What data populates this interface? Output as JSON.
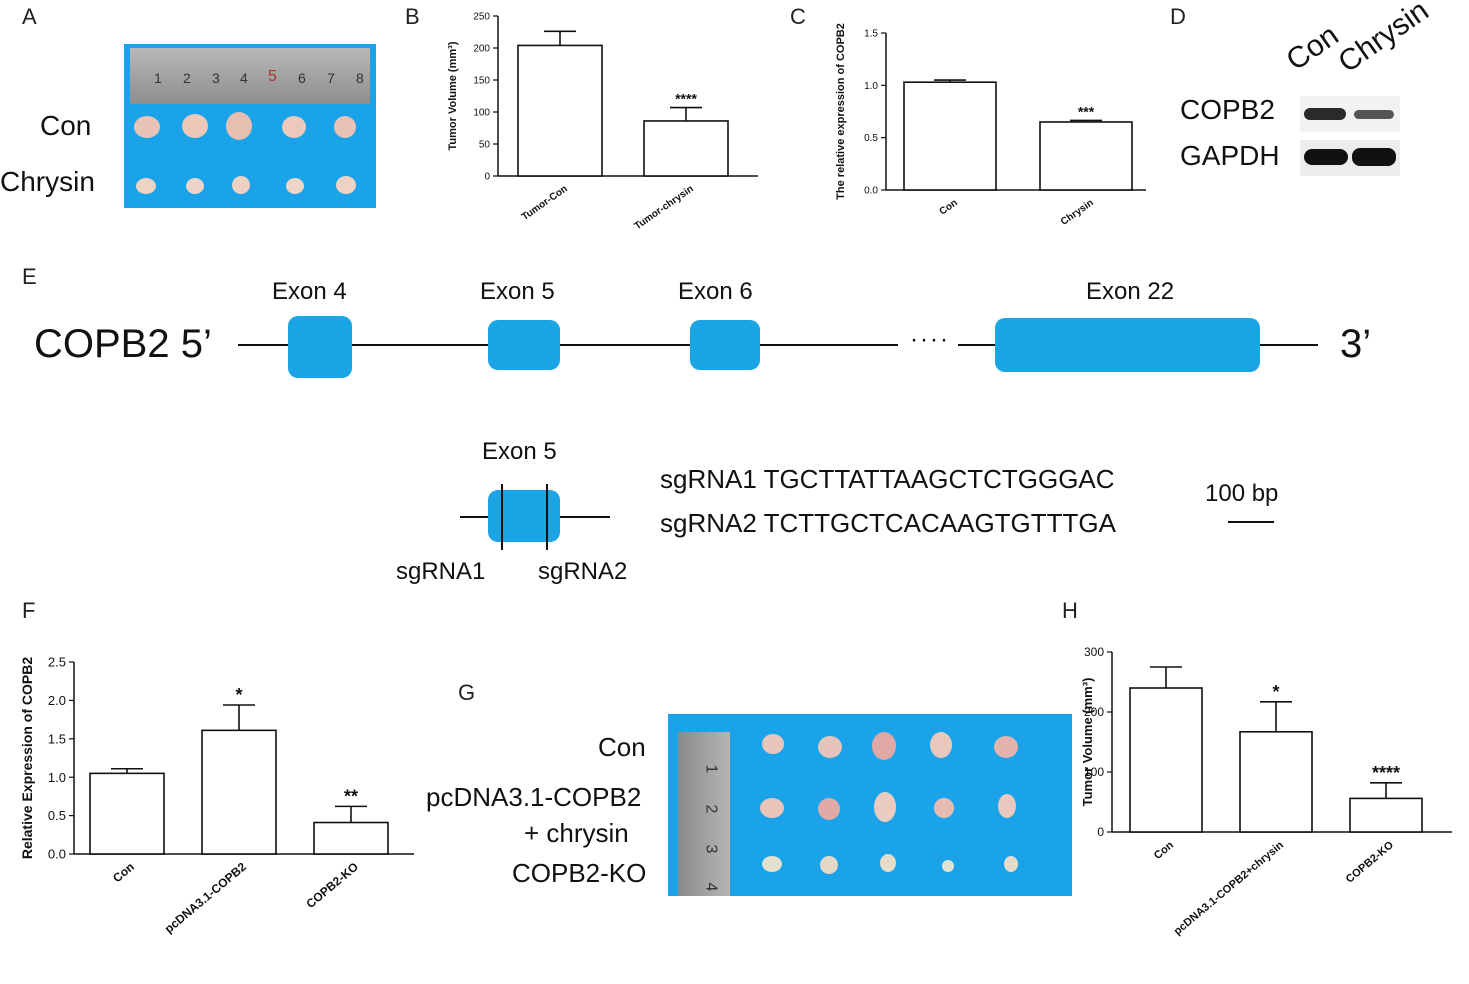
{
  "panels": {
    "a": "A",
    "b": "B",
    "c": "C",
    "d": "D",
    "e": "E",
    "f": "F",
    "g": "G",
    "h": "H"
  },
  "panel_a": {
    "ruler_numbers": [
      "1",
      "2",
      "3",
      "4",
      "5",
      "6",
      "7",
      "8"
    ],
    "rows": [
      "Con",
      "Chrysin"
    ]
  },
  "panel_d": {
    "lanes": [
      "Con",
      "Chrysin"
    ],
    "rows": [
      "COPB2",
      "GAPDH"
    ]
  },
  "panel_e": {
    "gene": "COPB2 5’",
    "three_prime": "3’",
    "exons": [
      "Exon 4",
      "Exon 5",
      "Exon 6",
      "Exon 22"
    ],
    "gap": "····",
    "detail_exon": "Exon 5",
    "cut_labels": [
      "sgRNA1",
      "sgRNA2"
    ],
    "sequences": [
      "sgRNA1 TGCTTATTAAGCTCTGGGAC",
      "sgRNA2 TCTTGCTCACAAGTGTTTGA"
    ],
    "scale": "100 bp"
  },
  "panel_g": {
    "ruler_numbers": [
      "1",
      "2",
      "3",
      "4"
    ],
    "rows": [
      "Con",
      "pcDNA3.1-COPB2",
      "+ chrysin",
      "COPB2-KO"
    ]
  },
  "chart_data": [
    {
      "id": "B",
      "type": "bar",
      "categories": [
        "Tumor-Con",
        "Tumor-chrysin"
      ],
      "values": [
        204,
        86
      ],
      "errors": [
        22,
        21
      ],
      "significance": [
        "",
        "****"
      ],
      "ylabel": "Tumor Volume (mm³)",
      "ylim": [
        0,
        250
      ],
      "yticks": [
        0,
        50,
        100,
        150,
        200,
        250
      ]
    },
    {
      "id": "C",
      "type": "bar",
      "categories": [
        "Con",
        "Chrysin"
      ],
      "values": [
        1.03,
        0.65
      ],
      "errors": [
        0.02,
        0.015
      ],
      "significance": [
        "",
        "***"
      ],
      "ylabel": "The relative expression of COPB2",
      "ylim": [
        0,
        1.5
      ],
      "yticks": [
        0.0,
        0.5,
        1.0,
        1.5
      ]
    },
    {
      "id": "F",
      "type": "bar",
      "categories": [
        "Con",
        "pcDNA3.1-COPB2",
        "COPB2-KO"
      ],
      "values": [
        1.05,
        1.61,
        0.41
      ],
      "errors": [
        0.06,
        0.33,
        0.21
      ],
      "significance": [
        "",
        "*",
        "**"
      ],
      "ylabel": "Relative Expression of COPB2",
      "ylim": [
        0,
        2.5
      ],
      "yticks": [
        0.0,
        0.5,
        1.0,
        1.5,
        2.0,
        2.5
      ]
    },
    {
      "id": "H",
      "type": "bar",
      "categories": [
        "Con",
        "pcDNA3.1-COPB2+chrysin",
        "COPB2-KO"
      ],
      "values": [
        240,
        167,
        56
      ],
      "errors": [
        35,
        50,
        26
      ],
      "significance": [
        "",
        "*",
        "****"
      ],
      "ylabel": "Tumor Volume (mm³)",
      "ylim": [
        0,
        300
      ],
      "yticks": [
        0,
        100,
        200,
        300
      ]
    }
  ],
  "colors": {
    "photo_blue": "#1aa3e8",
    "exon_blue": "#1aa6e4"
  }
}
